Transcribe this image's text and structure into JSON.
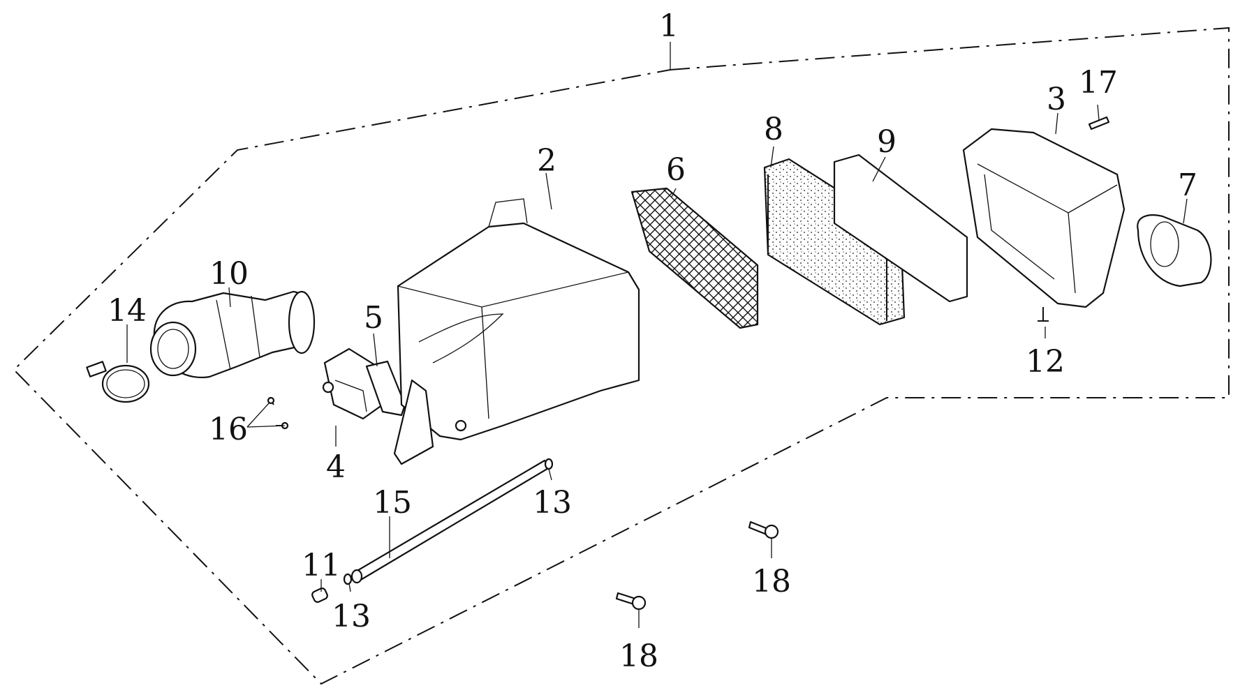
{
  "diagram": {
    "callouts": [
      "1",
      "2",
      "3",
      "4",
      "5",
      "6",
      "7",
      "8",
      "9",
      "10",
      "11",
      "12",
      "13",
      "13",
      "14",
      "15",
      "16",
      "17",
      "18",
      "18"
    ]
  }
}
